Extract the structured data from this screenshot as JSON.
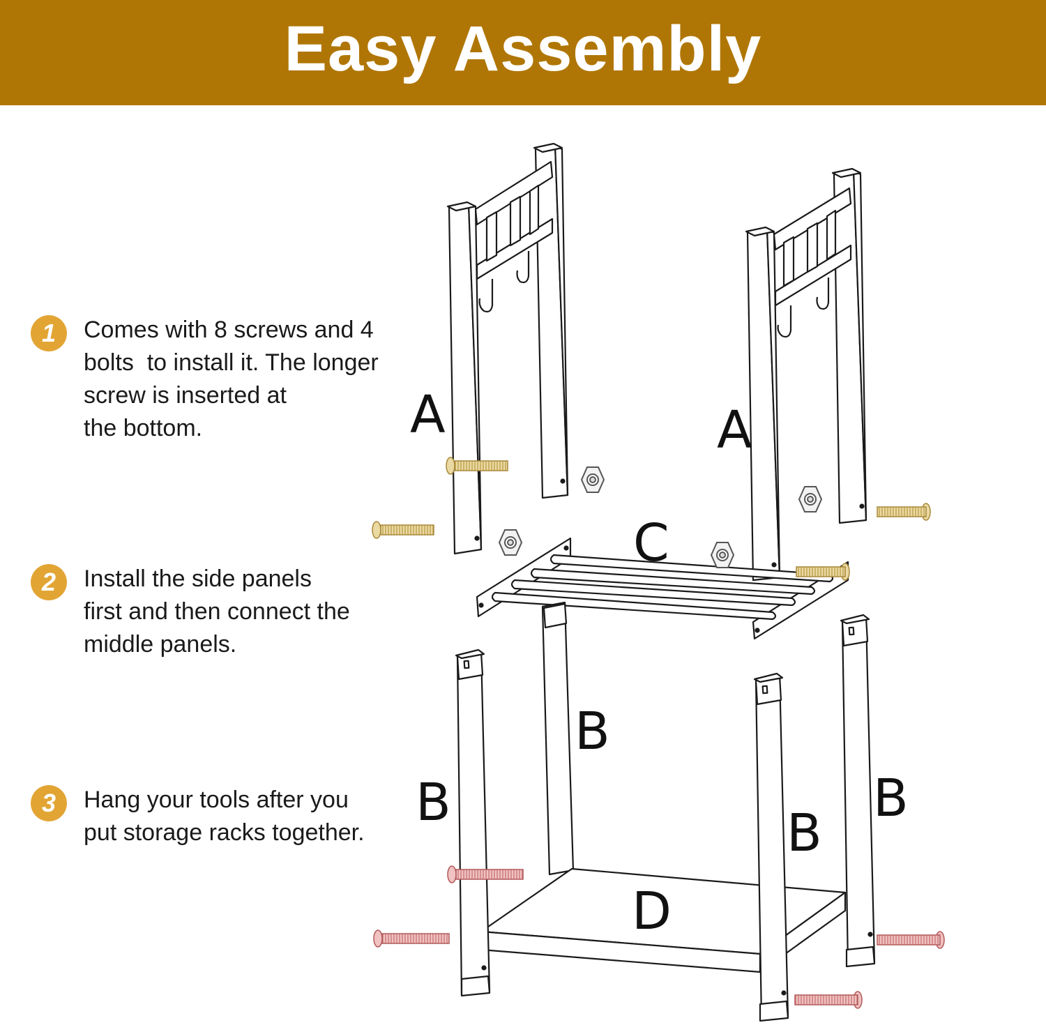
{
  "header": {
    "title": "Easy Assembly"
  },
  "colors": {
    "banner": "#B07605",
    "badge": "#E2A534",
    "screw_gold": "#D9BF70",
    "screw_red": "#D88A8A",
    "line": "#1a1a1a"
  },
  "steps": [
    {
      "number": "1",
      "lines": [
        "Comes with 8 screws and 4",
        "bolts  to install it. The longer",
        "screw is inserted at",
        "the bottom."
      ]
    },
    {
      "number": "2",
      "lines": [
        "Install the side panels",
        "first and then connect the",
        "middle panels."
      ]
    },
    {
      "number": "3",
      "lines": [
        "Hang your tools after you",
        "put storage racks together."
      ]
    }
  ],
  "diagram": {
    "labels": [
      "A",
      "A",
      "B",
      "B",
      "B",
      "B",
      "C",
      "D"
    ]
  }
}
